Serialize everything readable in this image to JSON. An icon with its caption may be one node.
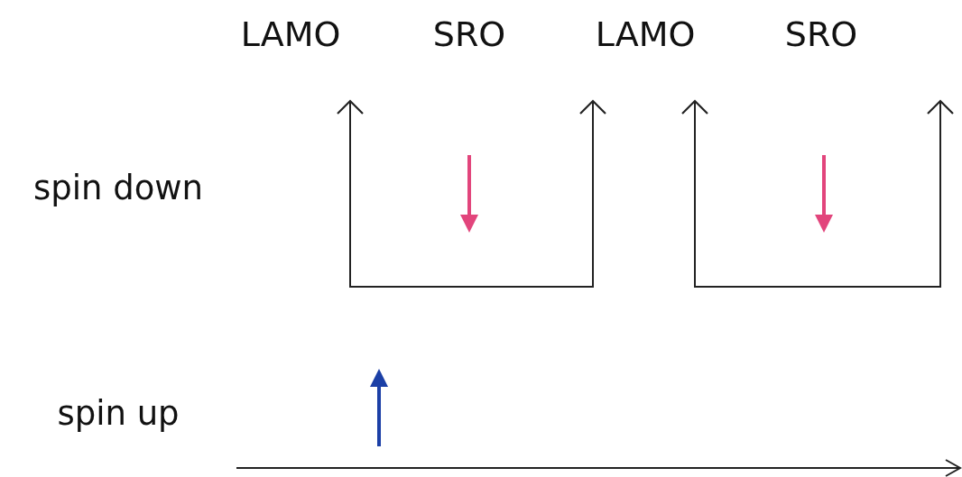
{
  "diagram": {
    "labels": [
      "LAMO",
      "SRO",
      "LAMO",
      "SRO",
      "spin down",
      "spin up"
    ]
  }
}
